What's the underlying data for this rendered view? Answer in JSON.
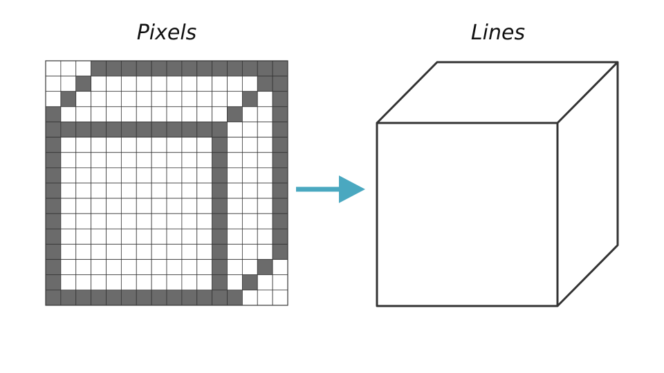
{
  "titles": {
    "left": "Pixels",
    "right": "Lines"
  },
  "grid": {
    "cols": 16,
    "rows": 16,
    "rows_pattern": [
      "0001111111111111",
      "0010000000000011",
      "0100000000000101",
      "1000000000001001",
      "1111111111110001",
      "1000000000010001",
      "1000000000010001",
      "1000000000010001",
      "1000000000010001",
      "1000000000010001",
      "1000000000010001",
      "1000000000010001",
      "1000000000010001",
      "1000000000010010",
      "1000000000010100",
      "1111111111111000"
    ]
  },
  "icons": {
    "arrow": "right-arrow-icon"
  },
  "colors": {
    "filled_pixel": "#6b6b6b",
    "empty_pixel": "#ffffff",
    "grid_line": "#333333",
    "arrow": "#4aa8c0",
    "cube_stroke": "#333333"
  }
}
